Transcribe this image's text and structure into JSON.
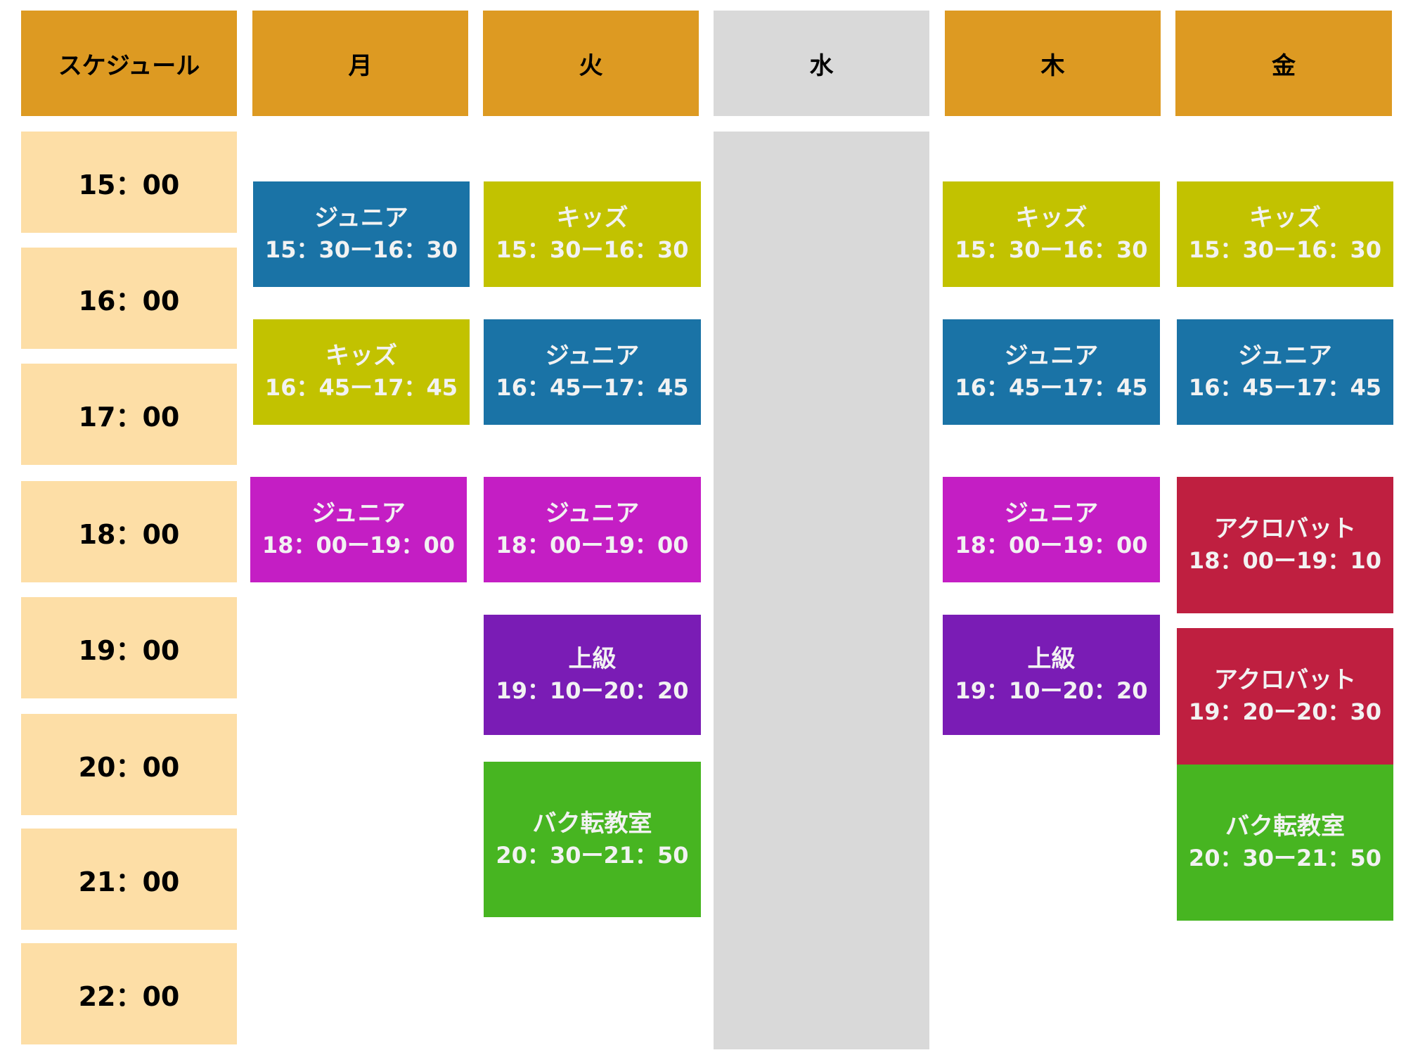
{
  "colors": {
    "header": "#DD9A22",
    "header_closed": "#D9D9D9",
    "time_cell": "#FDDEA6",
    "closed_column": "#D9D9D9",
    "junior_blue": "#1A73A6",
    "kids": "#C2C200",
    "junior_magenta": "#C41EC4",
    "advanced": "#7A1CB5",
    "acrobat": "#BF1F40",
    "backflip": "#47B521"
  },
  "header": {
    "corner": "スケジュール",
    "days": [
      "月",
      "火",
      "水",
      "木",
      "金"
    ]
  },
  "times": [
    "15：00",
    "16：00",
    "17：00",
    "18：00",
    "19：00",
    "20：00",
    "21：00",
    "22：00"
  ],
  "events": {
    "mon": [
      {
        "name": "ジュニア",
        "range": "15：30ー16：30",
        "color": "#1A73A6"
      },
      {
        "name": "キッズ",
        "range": "16：45ー17：45",
        "color": "#C2C200"
      },
      {
        "name": "ジュニア",
        "range": "18：00ー19：00",
        "color": "#C41EC4"
      }
    ],
    "tue": [
      {
        "name": "キッズ",
        "range": "15：30ー16：30",
        "color": "#C2C200"
      },
      {
        "name": "ジュニア",
        "range": "16：45ー17：45",
        "color": "#1A73A6"
      },
      {
        "name": "ジュニア",
        "range": "18：00ー19：00",
        "color": "#C41EC4"
      },
      {
        "name": "上級",
        "range": "19：10ー20：20",
        "color": "#7A1CB5"
      },
      {
        "name": "バク転教室",
        "range": "20：30ー21：50",
        "color": "#47B521"
      }
    ],
    "wed": [],
    "thu": [
      {
        "name": "キッズ",
        "range": "15：30ー16：30",
        "color": "#C2C200"
      },
      {
        "name": "ジュニア",
        "range": "16：45ー17：45",
        "color": "#1A73A6"
      },
      {
        "name": "ジュニア",
        "range": "18：00ー19：00",
        "color": "#C41EC4"
      },
      {
        "name": "上級",
        "range": "19：10ー20：20",
        "color": "#7A1CB5"
      }
    ],
    "fri": [
      {
        "name": "キッズ",
        "range": "15：30ー16：30",
        "color": "#C2C200"
      },
      {
        "name": "ジュニア",
        "range": "16：45ー17：45",
        "color": "#1A73A6"
      },
      {
        "name": "アクロバット",
        "range": "18：00ー19：10",
        "color": "#BF1F40"
      },
      {
        "name": "アクロバット",
        "range": "19：20ー20：30",
        "color": "#BF1F40"
      },
      {
        "name": "バク転教室",
        "range": "20：30ー21：50",
        "color": "#47B521"
      }
    ]
  }
}
